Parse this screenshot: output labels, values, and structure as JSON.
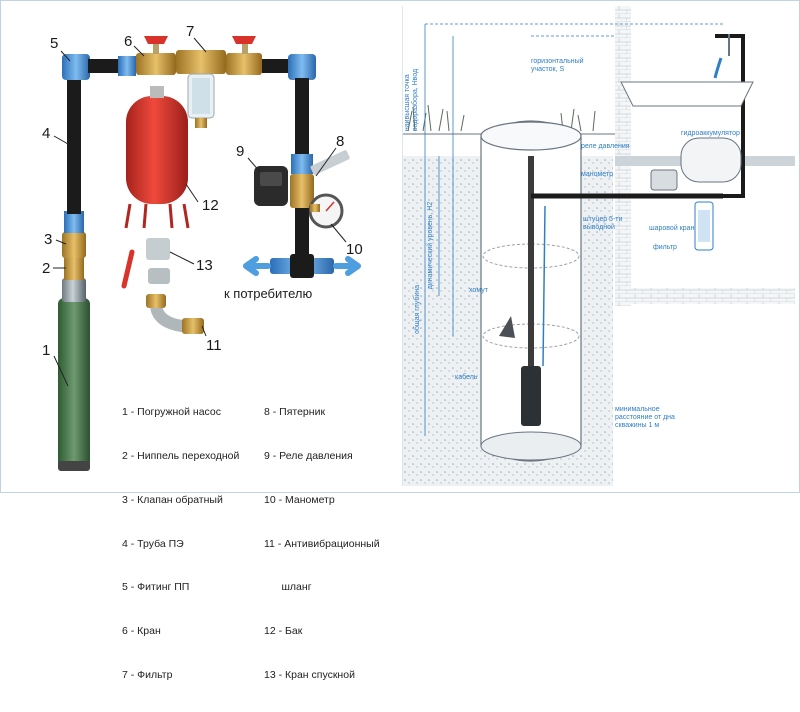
{
  "left": {
    "numbers": [
      "1",
      "2",
      "3",
      "4",
      "5",
      "6",
      "7",
      "8",
      "9",
      "10",
      "11",
      "12",
      "13"
    ],
    "consumer_label": "к потребителю",
    "legend_col1": [
      "1 - Погружной насос",
      "2 - Ниппель переходной",
      "3 - Клапан обратный",
      "4 - Труба ПЭ",
      "5 - Фитинг ПП",
      "6 - Кран",
      "7 - Фильтр"
    ],
    "legend_col2": [
      "8 - Пятерник",
      "9 - Реле давления",
      "10 - Манометр",
      "11 - Антивибрационный",
      "      шланг",
      "12 - Бак",
      "13 - Кран спускной"
    ]
  },
  "right": {
    "horizontal_section": "горизонтальный\nучасток, S",
    "highest_point": "наивысшая точка\nводоразбора, Hвод",
    "dynamic_level": "динамический уровень, H2",
    "total_depth": "общая глубина",
    "accumulator": "гидроаккумулятор",
    "pressure_relay": "реле давления",
    "manometer": "манометр",
    "fitting": "штуцер 5-ти\nвыводной",
    "ball_valve": "шаровой кран",
    "filter": "фильтр",
    "cable_tie": "хомут",
    "cable": "кабель",
    "min_distance": "минимальное\nрасстояние от дна\nскважины 1 м"
  },
  "colors": {
    "pipe_black": "#1b1b1b",
    "pipe_blue": "#3a8fd8",
    "brass": "#c99a3a",
    "tank_red": "#d9342b",
    "arrow_blue": "#4f9ee0",
    "line_blue": "#2f7fc7",
    "sketch": "#6a7480"
  }
}
